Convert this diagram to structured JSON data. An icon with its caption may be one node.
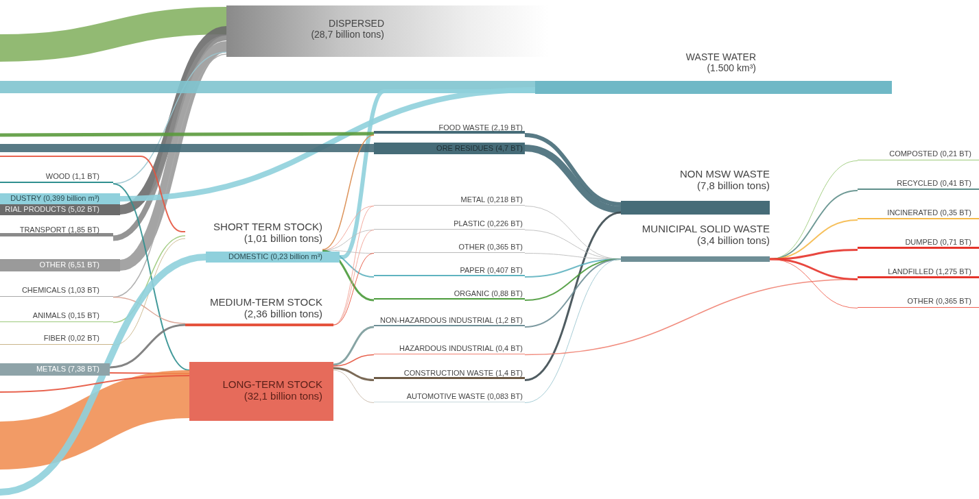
{
  "diagram": {
    "nodes": [
      {
        "text": [
          "DISPERSED (28,7 billion tons)"
        ]
      },
      {
        "text": [
          "WASTE WATER (1.500 km³)"
        ]
      },
      {
        "text": [
          "WOOD (1,1 BT)"
        ]
      },
      {
        "text": [
          "DUSTRY (0,399 billion m³)"
        ]
      },
      {
        "text": [
          "RIAL PRODUCTS (5,02 BT)"
        ]
      },
      {
        "text": [
          "TRANSPORT (1,85 BT)"
        ]
      },
      {
        "text": [
          "OTHER (6,51 BT)"
        ]
      },
      {
        "text": [
          "CHEMICALS (1,03 BT)"
        ]
      },
      {
        "text": [
          "ANIMALS (0,15 BT)"
        ]
      },
      {
        "text": [
          "FIBER (0,02 BT)"
        ]
      },
      {
        "text": [
          "METALS (7,38 BT)"
        ]
      },
      {
        "text": [
          "SHORT TERM STOCK) (1,01 billion tons)"
        ]
      },
      {
        "text": [
          "DOMESTIC (0,23 billion m³)"
        ]
      },
      {
        "text": [
          "MEDIUM-TERM STOCK (2,36 billion tons)"
        ]
      },
      {
        "text": [
          "LONG-TERM STOCK (32,1 billion tons)"
        ]
      },
      {
        "text": [
          "FOOD WASTE (2,19 BT)"
        ]
      },
      {
        "text": [
          "ORE RESIDUES (4,7 BT)"
        ]
      },
      {
        "text": [
          "METAL (0,218 BT)"
        ]
      },
      {
        "text": [
          "PLASTIC (0,226 BT)"
        ]
      },
      {
        "text": [
          "OTHER (0,365 BT)"
        ]
      },
      {
        "text": [
          "PAPER (0,407 BT)"
        ]
      },
      {
        "text": [
          "ORGANIC (0,88 BT)"
        ]
      },
      {
        "text": [
          "NON-HAZARDOUS INDUSTRIAL (1,2 BT)"
        ]
      },
      {
        "text": [
          "HAZARDOUS INDUSTRIAL (0,4 BT)"
        ]
      },
      {
        "text": [
          "CONSTRUCTION WASTE (1,4 BT)"
        ]
      },
      {
        "text": [
          "AUTOMOTIVE WASTE (0,083 BT)"
        ]
      },
      {
        "text": [
          "NON MSW WASTE (7,8 billion tons)"
        ]
      },
      {
        "text": [
          "MUNICIPAL SOLID WASTE (3,4 billion tons)"
        ]
      },
      {
        "text": [
          "COMPOSTED (0,21 BT)"
        ]
      },
      {
        "text": [
          "RECYCLED (0,41 BT)"
        ]
      },
      {
        "text": [
          "INCINERATED (0,35 BT)"
        ]
      },
      {
        "text": [
          "DUMPED (0,71 BT)"
        ]
      },
      {
        "text": [
          "LANDFILLED (1,275 BT)"
        ]
      },
      {
        "text": [
          "OTHER (0,365 BT)"
        ]
      }
    ],
    "edges": [
      {
        "from": null,
        "to": 0,
        "arrow": "none",
        "style": "thick",
        "color": "#7fae5a"
      },
      {
        "from": 4,
        "to": 0,
        "arrow": "none",
        "style": "thick",
        "color": "#6b6b6b"
      },
      {
        "from": 5,
        "to": 0,
        "arrow": "none",
        "style": "thick",
        "color": "#8a8a8a"
      },
      {
        "from": 6,
        "to": 0,
        "arrow": "none",
        "style": "thick",
        "color": "#9a9a9a"
      },
      {
        "from": 2,
        "to": 0,
        "arrow": "none",
        "color": "#9cc6d0"
      },
      {
        "from": 7,
        "to": 0,
        "arrow": "none",
        "color": "#aaaaaa"
      },
      {
        "from": null,
        "to": 1,
        "arrow": "none",
        "style": "thick",
        "color": "#7fc4cf"
      },
      {
        "from": 3,
        "to": 1,
        "arrow": "none",
        "style": "thick",
        "color": "#8fd0dc"
      },
      {
        "from": 12,
        "to": 1,
        "arrow": "none",
        "style": "thick",
        "color": "#8fd0dc"
      },
      {
        "from": null,
        "to": 15,
        "arrow": "none",
        "style": "thick",
        "color": "#5a9a3c"
      },
      {
        "from": null,
        "to": 16,
        "arrow": "none",
        "style": "thick",
        "color": "#466c78"
      },
      {
        "from": 2,
        "to": 14,
        "arrow": "none",
        "color": "#2f8f8f"
      },
      {
        "from": null,
        "to": 11,
        "arrow": "none",
        "color": "#e5533d"
      },
      {
        "from": 7,
        "to": 13,
        "arrow": "none",
        "color": "#d9a08f"
      },
      {
        "from": 8,
        "to": 11,
        "arrow": "none",
        "color": "#9cc97a"
      },
      {
        "from": 9,
        "to": 11,
        "arrow": "none",
        "color": "#c9b58a"
      },
      {
        "from": 10,
        "to": 13,
        "arrow": "none",
        "color": "#777777"
      },
      {
        "from": 10,
        "to": 14,
        "arrow": "none",
        "color": "#e5533d"
      },
      {
        "from": null,
        "to": 14,
        "arrow": "none",
        "style": "thick",
        "color": "#f08a4b"
      },
      {
        "from": null,
        "to": 12,
        "arrow": "none",
        "style": "thick",
        "color": "#8fd0dc"
      },
      {
        "from": null,
        "to": 14,
        "arrow": "none",
        "color": "#e5533d"
      },
      {
        "from": 11,
        "to": 17,
        "arrow": "none",
        "color": "#f2a397"
      },
      {
        "from": 11,
        "to": 18,
        "arrow": "none",
        "color": "#bbbbbb"
      },
      {
        "from": 11,
        "to": 19,
        "arrow": "none",
        "color": "#bbbbbb"
      },
      {
        "from": 11,
        "to": 20,
        "arrow": "none",
        "color": "#5fb3c0"
      },
      {
        "from": 11,
        "to": 21,
        "arrow": "none",
        "color": "#4a9a3a"
      },
      {
        "from": 11,
        "to": 15,
        "arrow": "none",
        "color": "#d98a4b"
      },
      {
        "from": 13,
        "to": 17,
        "arrow": "none",
        "color": "#f2a397"
      },
      {
        "from": 13,
        "to": 18,
        "arrow": "none",
        "color": "#f2a397"
      },
      {
        "from": 13,
        "to": 19,
        "arrow": "none",
        "color": "#e5533d"
      },
      {
        "from": 14,
        "to": 22,
        "arrow": "none",
        "color": "#7a9a9a"
      },
      {
        "from": 14,
        "to": 23,
        "arrow": "none",
        "color": "#e5533d"
      },
      {
        "from": 14,
        "to": 24,
        "arrow": "none",
        "color": "#6d5a45"
      },
      {
        "from": 14,
        "to": 25,
        "arrow": "none",
        "color": "#c8b8a8"
      },
      {
        "from": 15,
        "to": 26,
        "arrow": "none",
        "style": "thick",
        "color": "#466c78"
      },
      {
        "from": 16,
        "to": 26,
        "arrow": "none",
        "style": "thick",
        "color": "#466c78"
      },
      {
        "from": 24,
        "to": 26,
        "arrow": "none",
        "color": "#3c4a50"
      },
      {
        "from": 17,
        "to": 27,
        "arrow": "none",
        "color": "#bbbbbb"
      },
      {
        "from": 18,
        "to": 27,
        "arrow": "none",
        "color": "#bbbbbb"
      },
      {
        "from": 19,
        "to": 27,
        "arrow": "none",
        "color": "#bbbbbb"
      },
      {
        "from": 20,
        "to": 27,
        "arrow": "none",
        "color": "#5fb3c0"
      },
      {
        "from": 21,
        "to": 27,
        "arrow": "none",
        "color": "#4a9a3a"
      },
      {
        "from": 22,
        "to": 27,
        "arrow": "none",
        "color": "#6e8e96"
      },
      {
        "from": 25,
        "to": 27,
        "arrow": "none",
        "color": "#9cc6d0"
      },
      {
        "from": 23,
        "to": 32,
        "arrow": "none",
        "color": "#f08070"
      },
      {
        "from": 27,
        "to": 28,
        "arrow": "none",
        "color": "#9ccb7a"
      },
      {
        "from": 27,
        "to": 29,
        "arrow": "none",
        "color": "#5e8e8a"
      },
      {
        "from": 27,
        "to": 30,
        "arrow": "none",
        "color": "#f5b94a"
      },
      {
        "from": 27,
        "to": 31,
        "arrow": "none",
        "color": "#e5332a"
      },
      {
        "from": 27,
        "to": 32,
        "arrow": "none",
        "color": "#e5332a"
      },
      {
        "from": 27,
        "to": 33,
        "arrow": "none",
        "color": "#f06050"
      }
    ]
  }
}
